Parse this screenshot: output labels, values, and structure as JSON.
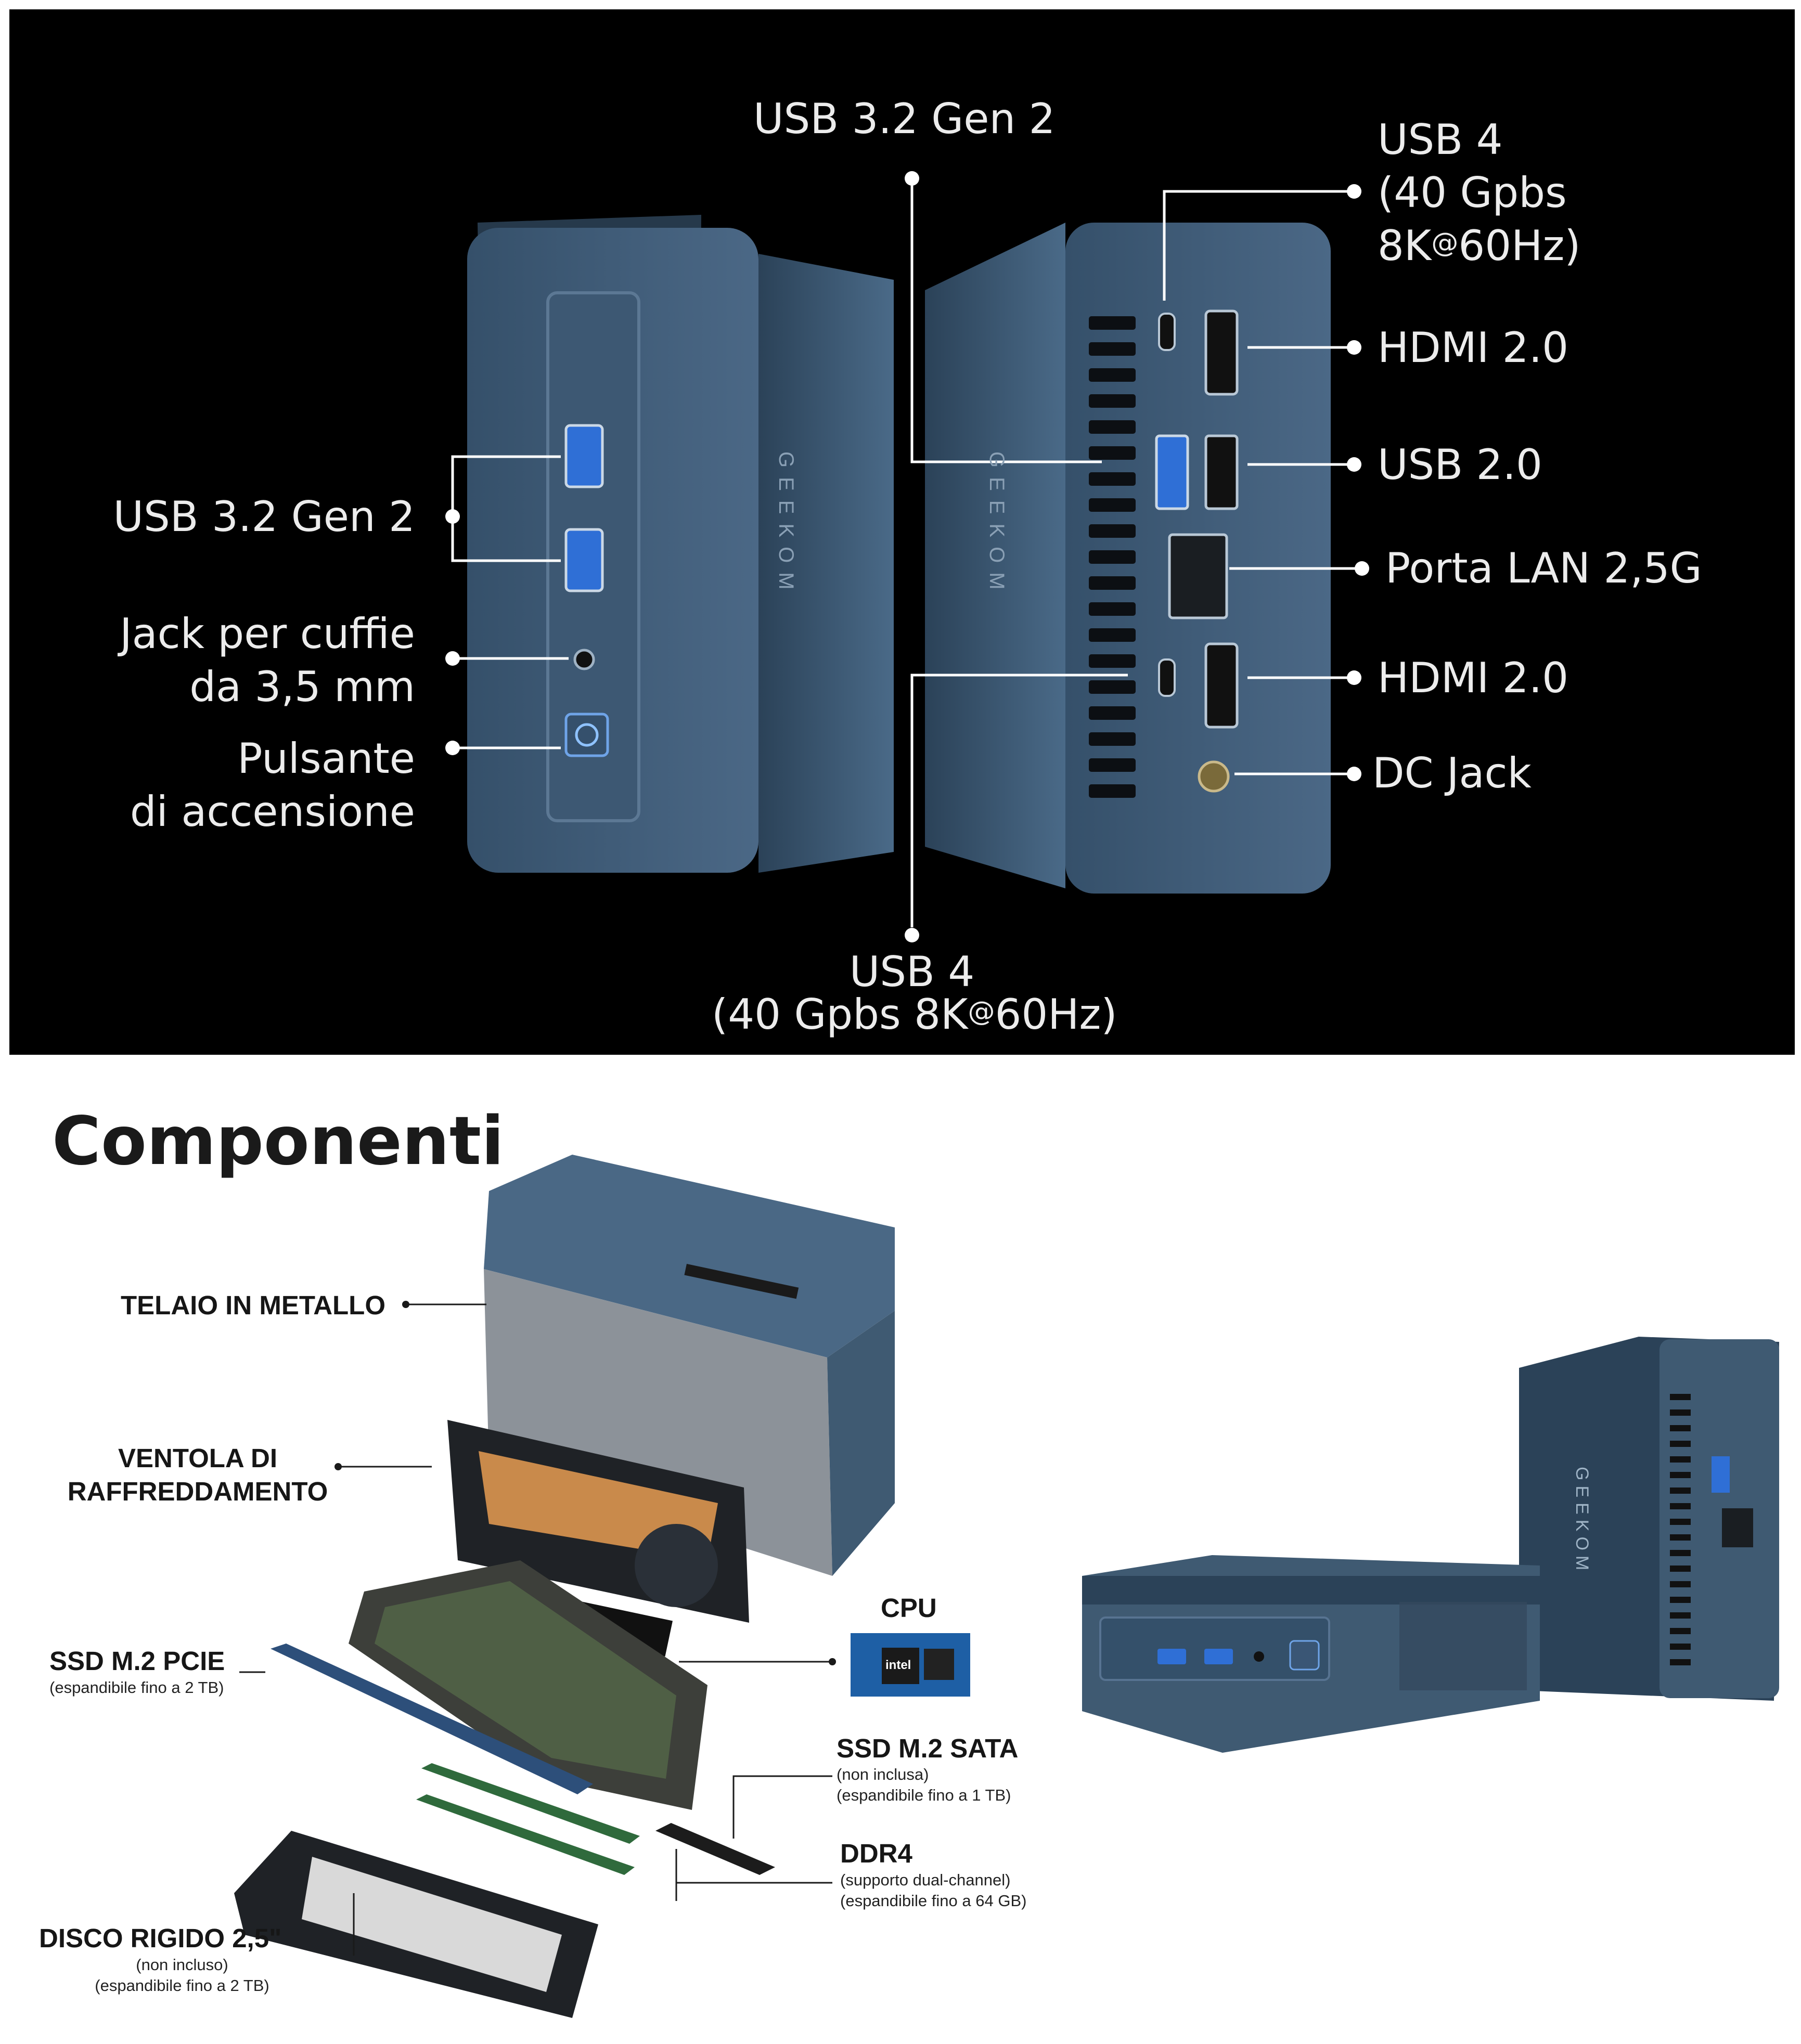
{
  "ports": {
    "top_usb32": "USB 3.2 Gen 2",
    "usb4_right": [
      "USB 4",
      "(40 Gpbs",
      "8K",
      "@",
      "60Hz)"
    ],
    "hdmi_upper": "HDMI 2.0",
    "usb20": "USB 2.0",
    "lan": "Porta LAN 2,5G",
    "hdmi_lower": "HDMI 2.0",
    "dc_jack": "DC Jack",
    "usb4_bottom": [
      "USB 4",
      "(40 Gpbs  8K",
      "@",
      "60Hz)"
    ],
    "front_usb32": "USB 3.2 Gen 2",
    "headphone": [
      "Jack per cuffie",
      "da 3,5 mm"
    ],
    "power_button": [
      "Pulsante",
      "di accensione"
    ],
    "device_brand": "GEEKOM"
  },
  "components": {
    "title": "Componenti",
    "telaio": "TELAIO IN METALLO",
    "ventola": [
      "VENTOLA DI",
      "RAFFREDDAMENTO"
    ],
    "ssd_pcie": "SSD M.2 PCIE",
    "ssd_pcie_sub": "(espandibile fino a 2 TB)",
    "cpu": "CPU",
    "cpu_chip": "intel",
    "ssd_sata": "SSD M.2 SATA",
    "ssd_sata_sub": [
      "(non inclusa)",
      "(espandibile fino a 1 TB)"
    ],
    "ddr4": "DDR4",
    "ddr4_sub": [
      "(supporto dual-channel)",
      "(espandibile fino a 64 GB)"
    ],
    "disco": "DISCO RIGIDO 2,5\"",
    "disco_sub": [
      "(non incluso)",
      "(espandibile fino a 2 TB)"
    ]
  },
  "colors": {
    "device_blue": "#3f5a72",
    "device_blue_dark": "#2a3f52",
    "usb3_blue": "#2f6fd6",
    "copper": "#c98a4b"
  }
}
